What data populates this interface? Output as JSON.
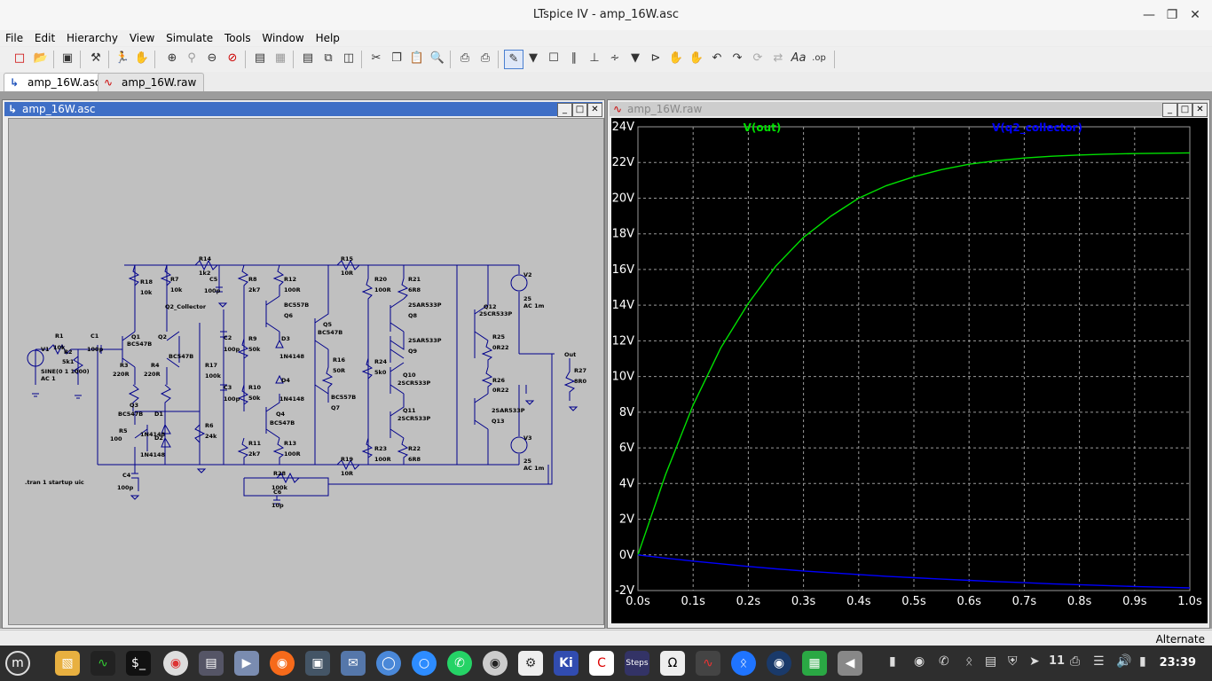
{
  "window": {
    "title": "LTspice IV - amp_16W.asc"
  },
  "menu": [
    "File",
    "Edit",
    "Hierarchy",
    "View",
    "Simulate",
    "Tools",
    "Window",
    "Help"
  ],
  "tabs": [
    {
      "label": "amp_16W.asc",
      "icon": "schematic-icon",
      "active": true
    },
    {
      "label": "amp_16W.raw",
      "icon": "waveform-icon",
      "active": false
    }
  ],
  "schematic_window": {
    "title": "amp_16W.asc",
    "directive": ".tran 1 startup uic",
    "labels": {
      "v1": "V1",
      "v1_spec": "SINE(0 1 1000)",
      "v1_ac": "AC 1",
      "r1": "R1",
      "r1_val": "10k",
      "r2": "R2",
      "r2_val": "5k1",
      "c1": "C1",
      "c1_val": "100p",
      "q1": "Q1",
      "q1_type": "BC547B",
      "q2": "Q2",
      "q2_type": "BC547B",
      "q2net": "Q2_Collector",
      "r3": "R3",
      "r3_val": "220R",
      "r4": "R4",
      "r4_val": "220R",
      "r14": "R14",
      "r14_val": "1k2",
      "c5": "C5",
      "c5_val": "100p",
      "r18": "R18",
      "r18_val": "10k",
      "r7": "R7",
      "r7_val": "10k",
      "r8": "R8",
      "r8_val": "2k7",
      "r12": "R12",
      "r12_val": "100R",
      "q6": "Q6",
      "q6_type": "BC557B",
      "q5": "Q5",
      "q5_type": "BC547B",
      "r9": "R9",
      "r9_val": "50k",
      "c2": "C2",
      "c2_val": "100p",
      "r17": "R17",
      "r17_val": "100k",
      "d3": "D3",
      "d3_type": "1N4148",
      "d4": "D4",
      "d4_type": "1N4148",
      "r10": "R10",
      "r10_val": "50k",
      "c3": "C3",
      "c3_val": "100p",
      "q3": "Q3",
      "q3_type": "BC547B",
      "q4": "Q4",
      "q4_type": "BC547B",
      "q7": "Q7",
      "q7_type": "BC557B",
      "d1": "D1",
      "d1_type": "1N4148",
      "d2": "D2",
      "d2_type": "1N4148",
      "r5": "R5",
      "r5_val": "100",
      "r6": "R6",
      "r6_val": "24k",
      "r11": "R11",
      "r11_val": "2k7",
      "r13": "R13",
      "r13_val": "100R",
      "r15": "R15",
      "r15_val": "10R",
      "r16": "R16",
      "r16_val": "50R",
      "r19": "R19",
      "r19_val": "10R",
      "r20": "R20",
      "r20_val": "100R",
      "r21": "R21",
      "r21_val": "6R8",
      "q8": "Q8",
      "q8_type": "2SAR533P",
      "q9": "Q9",
      "q9_type": "2SAR533P",
      "r24": "R24",
      "r24_val": "5k0",
      "q10": "Q10",
      "q10_type": "2SCR533P",
      "q11": "Q11",
      "q11_type": "2SCR533P",
      "r23": "R23",
      "r23_val": "100R",
      "r22": "R22",
      "r22_val": "6R8",
      "q12": "Q12",
      "q12_type": "2SCR533P",
      "q13": "Q13",
      "q13_type": "2SAR533P",
      "r25": "R25",
      "r25_val": "0R22",
      "r26": "R26",
      "r26_val": "0R22",
      "v2": "V2",
      "v2_val": "25",
      "v2_ac": "AC 1m",
      "v3": "V3",
      "v3_val": "25",
      "v3_ac": "AC 1m",
      "out": "Out",
      "r27": "R27",
      "r27_val": "8R0",
      "c4": "C4",
      "c4_val": "100p",
      "r28": "R28",
      "r28_val": "100k",
      "c6": "C6",
      "c6_val": "10p"
    }
  },
  "waveform_window": {
    "title": "amp_16W.raw",
    "chart_data": {
      "type": "line",
      "xlabel": "",
      "ylabel": "",
      "xlim": [
        0,
        1.0
      ],
      "ylim": [
        -2,
        24
      ],
      "grid": true,
      "x_ticks": [
        "0.0s",
        "0.1s",
        "0.2s",
        "0.3s",
        "0.4s",
        "0.5s",
        "0.6s",
        "0.7s",
        "0.8s",
        "0.9s",
        "1.0s"
      ],
      "y_ticks": [
        "-2V",
        "0V",
        "2V",
        "4V",
        "6V",
        "8V",
        "10V",
        "12V",
        "14V",
        "16V",
        "18V",
        "20V",
        "22V",
        "24V"
      ],
      "x": [
        0.0,
        0.05,
        0.1,
        0.15,
        0.2,
        0.25,
        0.3,
        0.35,
        0.4,
        0.45,
        0.5,
        0.55,
        0.6,
        0.65,
        0.7,
        0.75,
        0.8,
        0.85,
        0.9,
        0.95,
        1.0
      ],
      "series": [
        {
          "name": "V(out)",
          "color": "#00e000",
          "values": [
            0.0,
            4.5,
            8.4,
            11.6,
            14.1,
            16.2,
            17.8,
            19.0,
            20.0,
            20.7,
            21.2,
            21.6,
            21.9,
            22.1,
            22.25,
            22.35,
            22.42,
            22.47,
            22.5,
            22.52,
            22.54
          ]
        },
        {
          "name": "V(q2_collector)",
          "color": "#0000ff",
          "values": [
            0.0,
            -0.18,
            -0.35,
            -0.5,
            -0.65,
            -0.78,
            -0.9,
            -1.0,
            -1.1,
            -1.2,
            -1.28,
            -1.36,
            -1.43,
            -1.5,
            -1.56,
            -1.62,
            -1.67,
            -1.72,
            -1.77,
            -1.81,
            -1.85
          ]
        }
      ]
    }
  },
  "status": {
    "text": "Alternate"
  },
  "taskbar": {
    "apps": [
      "menu-icon",
      "files-icon",
      "system-monitor-icon",
      "terminal-icon",
      "chrome-icon",
      "disks-icon",
      "ltspice-icon",
      "firefox-icon",
      "camera-icon",
      "mail-icon",
      "browser-icon",
      "zoom-icon",
      "whatsapp-icon",
      "webcam-icon",
      "settings-icon",
      "kicad-icon",
      "cura-icon",
      "steps-icon",
      "omega-icon",
      "ltspice2-icon",
      "bluetooth-icon",
      "vpn-icon",
      "spreadsheet-icon",
      "audio-icon"
    ],
    "tray_count": "11",
    "clock": "23:39"
  }
}
